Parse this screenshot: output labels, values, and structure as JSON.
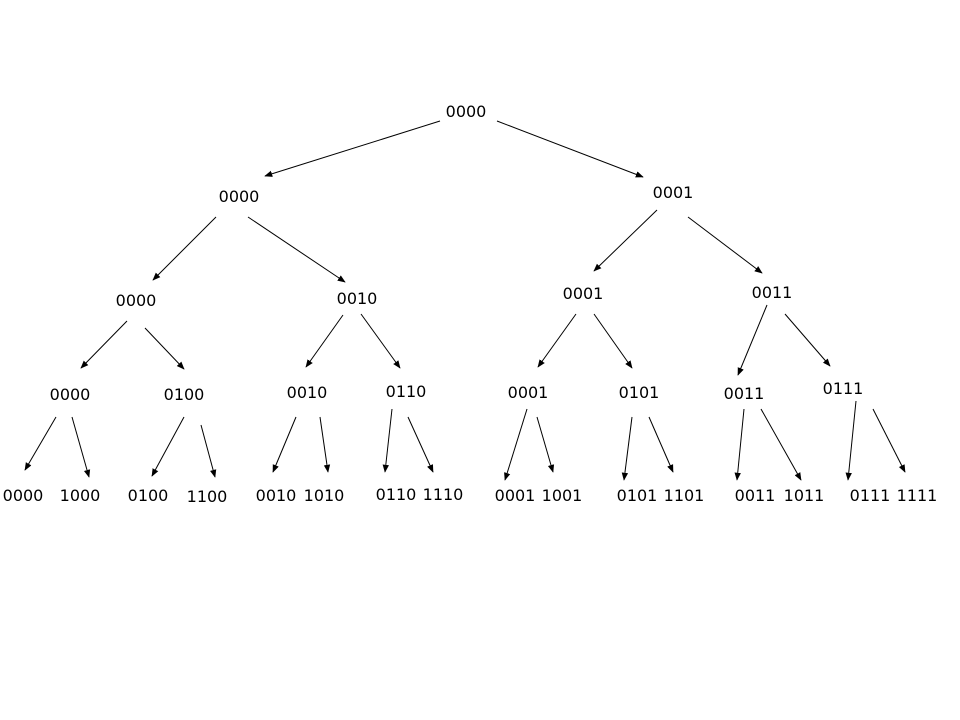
{
  "tree": {
    "root": "0000",
    "level1": [
      "0000",
      "0001"
    ],
    "level2": [
      "0000",
      "0010",
      "0001",
      "0011"
    ],
    "level3": [
      "0000",
      "0100",
      "0010",
      "0110",
      "0001",
      "0101",
      "0011",
      "0111"
    ],
    "leaves": [
      "0000",
      "1000",
      "0100",
      "1100",
      "0010",
      "1010",
      "0110",
      "1110",
      "0001",
      "1001",
      "0101",
      "1101",
      "0011",
      "1011",
      "0111",
      "1111"
    ]
  },
  "colors": {
    "edge": "#000000",
    "text": "#000000",
    "background": "#ffffff"
  }
}
